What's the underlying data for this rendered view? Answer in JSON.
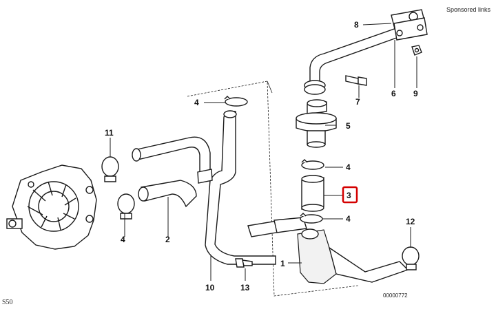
{
  "header": {
    "sponsored_label": "Sponsored links"
  },
  "footer": {
    "model_code": "S50",
    "drawing_number": "00000772"
  },
  "callouts": [
    {
      "id": "c8",
      "label": "8",
      "highlighted": false
    },
    {
      "id": "c6",
      "label": "6",
      "highlighted": false
    },
    {
      "id": "c9",
      "label": "9",
      "highlighted": false
    },
    {
      "id": "c7",
      "label": "7",
      "highlighted": false
    },
    {
      "id": "c5",
      "label": "5",
      "highlighted": false
    },
    {
      "id": "c4a",
      "label": "4",
      "highlighted": false
    },
    {
      "id": "c4b",
      "label": "4",
      "highlighted": false
    },
    {
      "id": "c3",
      "label": "3",
      "highlighted": true
    },
    {
      "id": "c4c",
      "label": "4",
      "highlighted": false
    },
    {
      "id": "c4d",
      "label": "4",
      "highlighted": false
    },
    {
      "id": "c11",
      "label": "11",
      "highlighted": false
    },
    {
      "id": "c2",
      "label": "2",
      "highlighted": false
    },
    {
      "id": "c12",
      "label": "12",
      "highlighted": false
    },
    {
      "id": "c1",
      "label": "1",
      "highlighted": false
    },
    {
      "id": "c10",
      "label": "10",
      "highlighted": false
    },
    {
      "id": "c13",
      "label": "13",
      "highlighted": false
    }
  ],
  "colors": {
    "highlight": "#d40000",
    "line": "#1a1a1a",
    "background": "#ffffff"
  }
}
